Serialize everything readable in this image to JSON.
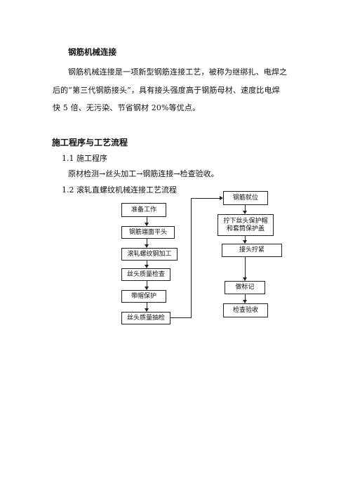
{
  "section1": {
    "title": "钢筋机械连接",
    "paragraph_lines": [
      "钢筋机械连接是一项新型钢筋连接工艺，被称为继绑扎、电焊之",
      "后的“第三代钢筋接头”，具有接头强度高于钢筋母材、速度比电焊",
      "快 5 倍、无污染、节省钢材 20%等优点。"
    ]
  },
  "section2": {
    "title": "施工程序与工艺流程",
    "sub1_title": "1.1 施工程序",
    "sub1_text": "原材检测→丝头加工→钢筋连接→检查验收。",
    "sub2_title": "1.2 滚轧直螺纹机械连接工艺流程"
  },
  "flowchart": {
    "left_steps": [
      "准备工作",
      "钢筋端面平头",
      "滚轧螺纹钢加工",
      "丝头质量检查",
      "带帽保护",
      "丝头质量抽检"
    ],
    "right_steps": [
      "钢筋就位",
      "拧下丝头保护帽\n和套筒保护盖",
      "接头拧紧",
      "做标记",
      "检查验收"
    ]
  }
}
